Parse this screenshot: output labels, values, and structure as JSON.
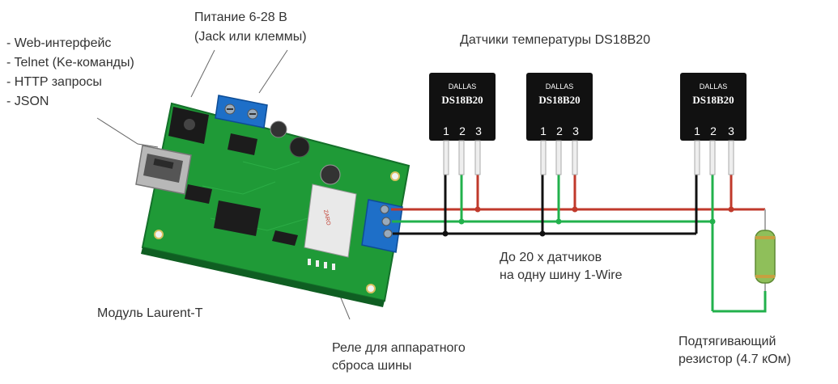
{
  "labels": {
    "interfaces": [
      "- Web-интерфейс",
      "- Telnet (Ke-команды)",
      "- HTTP запросы",
      "- JSON"
    ],
    "power": [
      "Питание 6-28 В",
      "(Jack или клеммы)"
    ],
    "sensors_title": "Датчики температуры DS18B20",
    "bus_note": [
      "До 20 х датчиков",
      "на одну шину 1-Wire"
    ],
    "module_name": "Модуль Laurent-T",
    "relay_note": [
      "Реле для аппаратного",
      "сброса шины"
    ],
    "resistor_note": [
      "Подтягивающий",
      "резистор (4.7 кОм)"
    ]
  },
  "sensor": {
    "brand": "DALLAS",
    "model": "DS18B20",
    "pins": [
      "1",
      "2",
      "3"
    ],
    "count": 3
  },
  "colors": {
    "board": "#1f9a37",
    "wire_gnd": "#111111",
    "wire_data": "#22b14c",
    "wire_vdd": "#c0392b",
    "terminal_blue": "#1e6fc8",
    "resistor_body": "#8fbf5a"
  },
  "icons": [
    "rj45-jack-icon",
    "dc-power-jack-icon",
    "terminal-block-icon",
    "relay-icon",
    "to92-sensor-icon",
    "resistor-icon"
  ]
}
